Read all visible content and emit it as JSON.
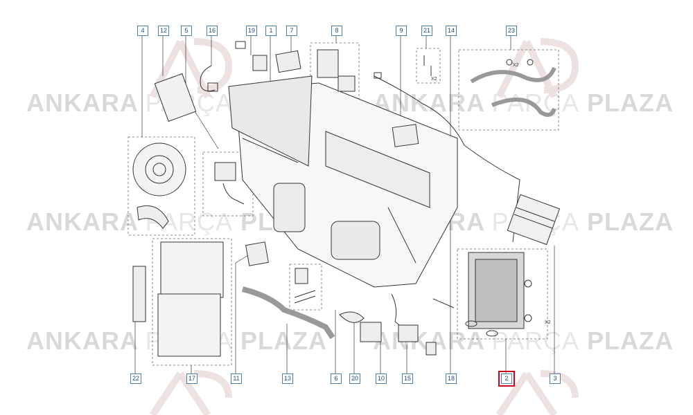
{
  "watermark": {
    "brand_a": "ANKARA",
    "brand_b": "PARÇA",
    "brand_c": "PLAZA"
  },
  "callouts": [
    {
      "id": "c-4",
      "label": "4"
    },
    {
      "id": "c-12",
      "label": "12"
    },
    {
      "id": "c-5",
      "label": "5"
    },
    {
      "id": "c-16",
      "label": "16"
    },
    {
      "id": "c-19",
      "label": "19"
    },
    {
      "id": "c-1",
      "label": "1"
    },
    {
      "id": "c-7",
      "label": "7"
    },
    {
      "id": "c-8",
      "label": "8"
    },
    {
      "id": "c-9",
      "label": "9"
    },
    {
      "id": "c-21",
      "label": "21"
    },
    {
      "id": "c-14",
      "label": "14"
    },
    {
      "id": "c-23",
      "label": "23"
    },
    {
      "id": "c-22",
      "label": "22"
    },
    {
      "id": "c-17",
      "label": "17"
    },
    {
      "id": "c-11",
      "label": "11"
    },
    {
      "id": "c-13",
      "label": "13"
    },
    {
      "id": "c-6",
      "label": "6"
    },
    {
      "id": "c-20",
      "label": "20"
    },
    {
      "id": "c-10",
      "label": "10"
    },
    {
      "id": "c-15",
      "label": "15"
    },
    {
      "id": "c-18",
      "label": "18"
    },
    {
      "id": "c-2",
      "label": "2",
      "highlighted": true
    },
    {
      "id": "c-3",
      "label": "3"
    }
  ],
  "small_marks": {
    "x2_a": "X2",
    "x2_b": "X2",
    "x2_c": "X2"
  },
  "colors": {
    "line": "#333333",
    "callout_border": "#4a7fa8",
    "highlight": "#d0021b",
    "watermark": "#d9d9d9"
  }
}
